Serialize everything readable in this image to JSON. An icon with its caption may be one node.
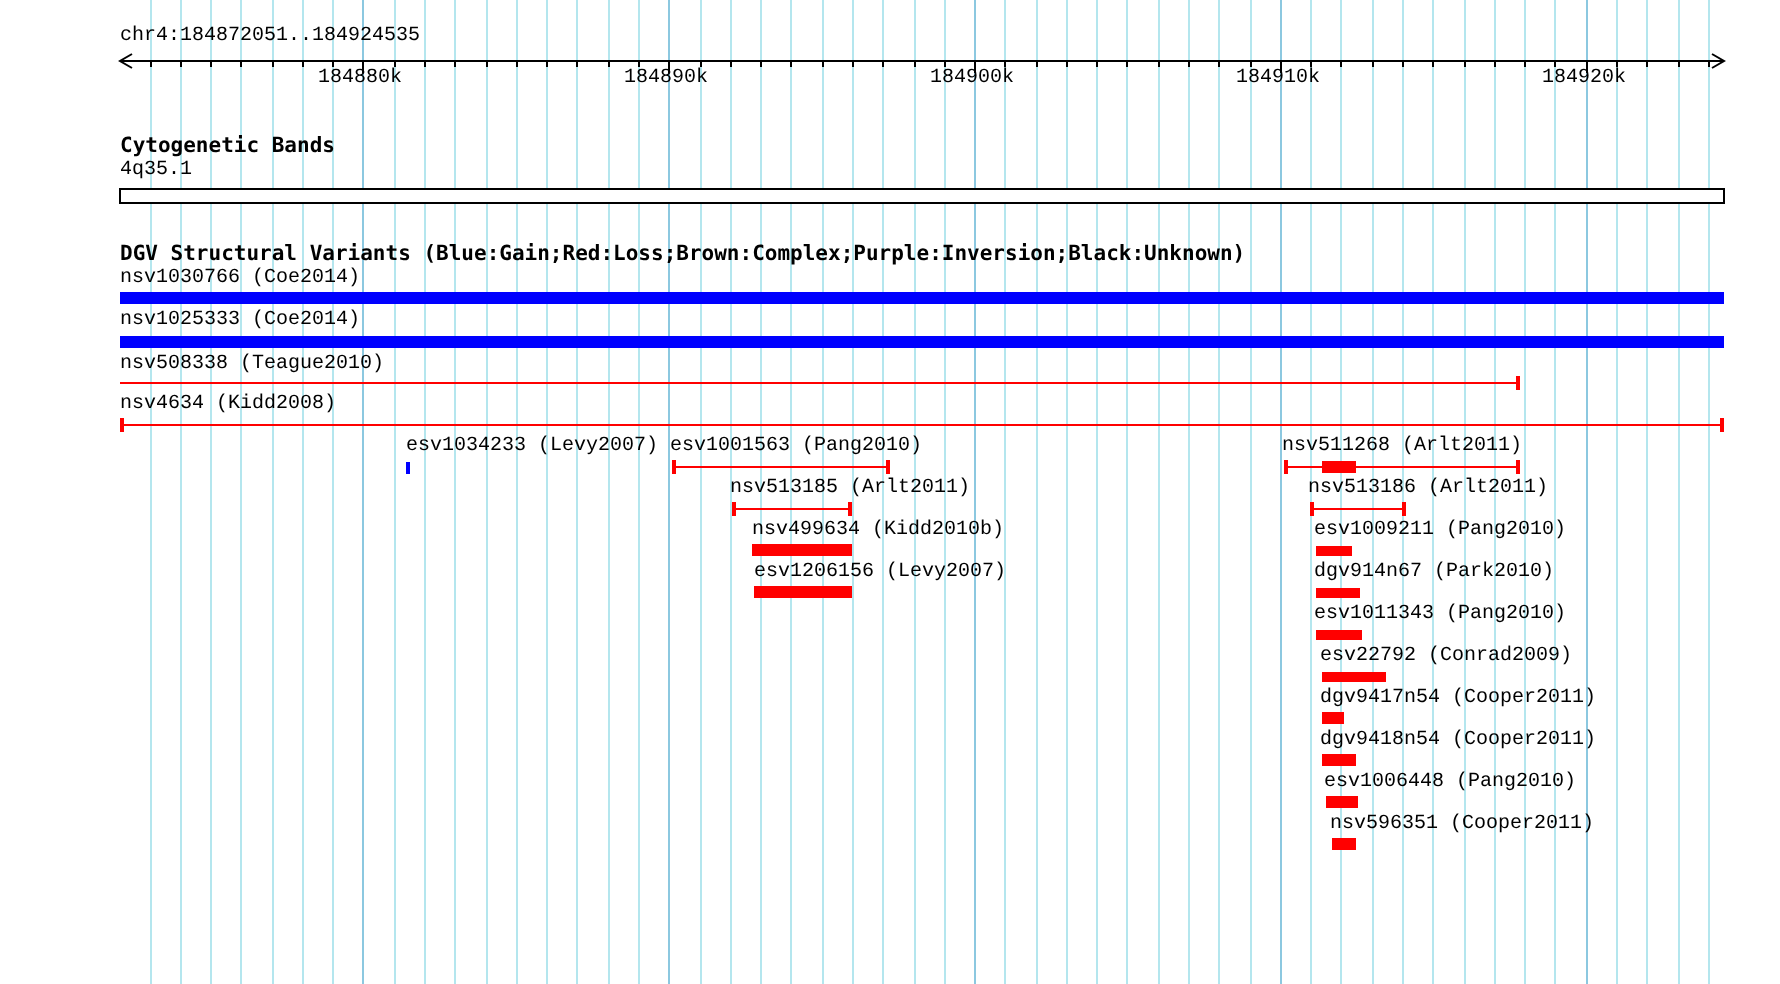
{
  "diagram": {
    "labels": [
      "chr4:184872051..184924535",
      "184880k",
      "184890k",
      "184900k",
      "184910k",
      "184920k",
      "Cytogenetic Bands",
      "4q35.1",
      "DGV Structural Variants (Blue:Gain;Red:Loss;Brown:Complex;Purple:Inversion;Black:Unknown)",
      "nsv1030766 (Coe2014)",
      "nsv1025333 (Coe2014)",
      "nsv508338 (Teague2010)",
      "nsv4634 (Kidd2008)",
      "esv1034233 (Levy2007)",
      "esv1001563 (Pang2010)",
      "nsv513185 (Arlt2011)",
      "nsv499634 (Kidd2010b)",
      "esv1206156 (Levy2007)",
      "nsv511268 (Arlt2011)",
      "nsv513186 (Arlt2011)",
      "esv1009211 (Pang2010)",
      "dgv914n67 (Park2010)",
      "esv1011343 (Pang2010)",
      "esv22792 (Conrad2009)",
      "dgv9417n54 (Cooper2011)",
      "dgv9418n54 (Cooper2011)",
      "esv1006448 (Pang2010)",
      "nsv596351 (Cooper2011)"
    ]
  }
}
